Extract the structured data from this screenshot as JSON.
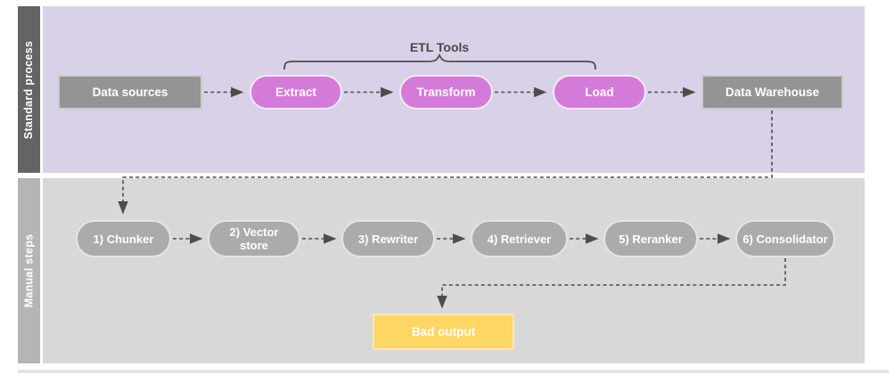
{
  "lanes": [
    {
      "label": "Standard process"
    },
    {
      "label": "Manual steps"
    }
  ],
  "standard_process": {
    "etl_tools_label": "ETL Tools",
    "nodes": [
      {
        "label": "Data sources",
        "shape": "rectangle"
      },
      {
        "label": "Extract",
        "shape": "pill"
      },
      {
        "label": "Transform",
        "shape": "pill"
      },
      {
        "label": "Load",
        "shape": "pill"
      },
      {
        "label": "Data Warehouse",
        "shape": "rectangle"
      }
    ]
  },
  "manual_steps": {
    "nodes": [
      {
        "label": "1) Chunker"
      },
      {
        "label": "2) Vector store"
      },
      {
        "label": "3) Rewriter"
      },
      {
        "label": "4) Retriever"
      },
      {
        "label": "5) Reranker"
      },
      {
        "label": "6) Consolidator"
      }
    ],
    "bad_output_label": "Bad output"
  },
  "colors": {
    "lane1_bar": "#646464",
    "lane1_background": "#d8d1e7",
    "lane2_bar": "#b5b5b5",
    "lane2_background": "#d8d8d8",
    "gray_node": "#949494",
    "pink_node": "#d47bd9",
    "gray_pill": "#ababab",
    "bad_output_node": "#fdd663",
    "connector": "#4d4d4d",
    "node_text": "#ffffff"
  }
}
